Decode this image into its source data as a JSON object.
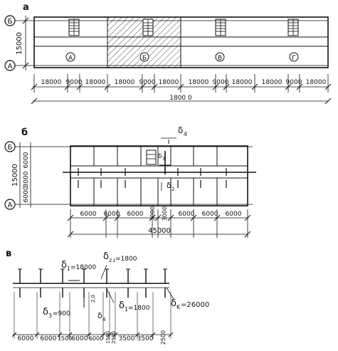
{
  "panel_a": {
    "letter": "а",
    "axis_top": "Б",
    "axis_bottom": "А",
    "height_dim": "15000",
    "block_labels": [
      "А",
      "Б",
      "В",
      "Г"
    ],
    "span_dims": [
      "18000",
      "9000",
      "18000",
      "18000",
      "9000",
      "18000",
      "18000",
      "9000",
      "18000",
      "18000",
      "9000",
      "18000"
    ],
    "total_dim": "1800 0"
  },
  "panel_b": {
    "letter": "б",
    "axis_top": "Б",
    "axis_bottom": "А",
    "height_total": "15000",
    "height_parts": [
      "6000",
      "3000",
      "6000"
    ],
    "delta_top": "δ",
    "delta_top_sub": "4",
    "delta_small": "δ",
    "delta_small_sub": "3",
    "delta_mid": "δ",
    "delta_mid_sub": "2",
    "span_dims": [
      "6000",
      "6000",
      "6000",
      "3000",
      "3000",
      "6000",
      "6000",
      "6000"
    ],
    "total_dim": "45000"
  },
  "panel_c": {
    "letter": "в",
    "delta1": "δ",
    "delta1_sub": "1",
    "delta1_val": "=18000",
    "delta21": "δ",
    "delta21_sub": "2↓",
    "delta21_val": "=1800",
    "delta3": "δ",
    "delta3_sub": "3",
    "delta3_val": "=900",
    "delta4": "δ",
    "delta4_sub": "4",
    "delta1b": "δ",
    "delta1b_sub": "1",
    "delta1b_val": "=1800",
    "deltaK": "δ",
    "deltaK_sub": "K",
    "deltaK_val": "=26000",
    "small_dim": "2,0",
    "bottom_dims": [
      "6000",
      "6000",
      "1500",
      "6000",
      "6000",
      "1500",
      "2500",
      "3500",
      "3500",
      "2500"
    ]
  }
}
